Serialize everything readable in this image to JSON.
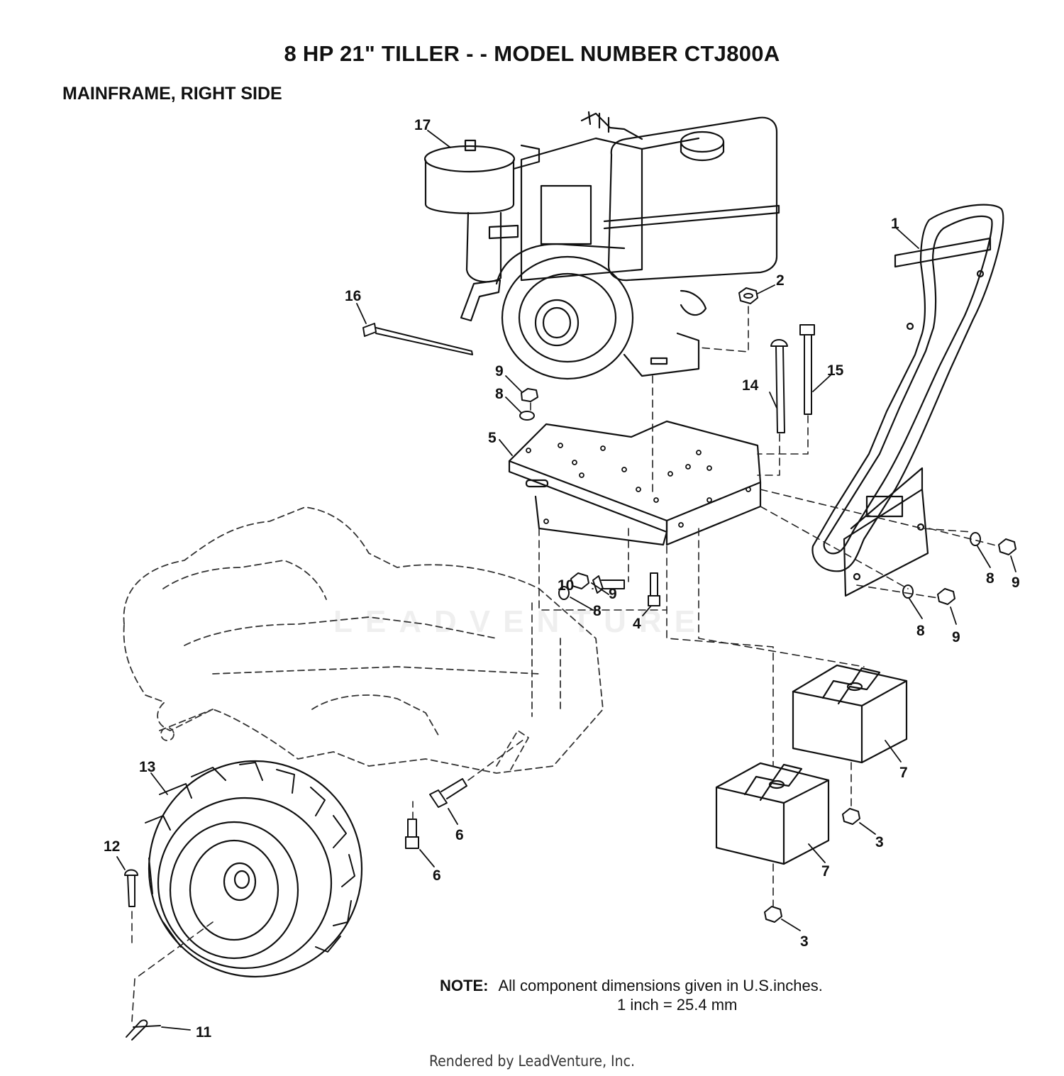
{
  "header": {
    "title": "8 HP  21\" TILLER - - MODEL NUMBER CTJ800A",
    "subtitle": "MAINFRAME, RIGHT SIDE"
  },
  "diagram": {
    "callouts": {
      "c1": "1",
      "c2": "2",
      "c3a": "3",
      "c3b": "3",
      "c4": "4",
      "c5": "5",
      "c6a": "6",
      "c6b": "6",
      "c7a": "7",
      "c7b": "7",
      "c8a": "8",
      "c8b": "8",
      "c8c": "8",
      "c8d": "8",
      "c9a": "9",
      "c9b": "9",
      "c9c": "9",
      "c9d": "9",
      "c10": "10",
      "c11": "11",
      "c12": "12",
      "c13": "13",
      "c14": "14",
      "c15": "15",
      "c16": "16",
      "c17": "17"
    }
  },
  "note": {
    "label": "NOTE:",
    "line1": "All component dimensions given in U.S.inches.",
    "line2": "1 inch = 25.4 mm"
  },
  "watermark": "LEADVENTURE",
  "footer": "Rendered by LeadVenture, Inc."
}
